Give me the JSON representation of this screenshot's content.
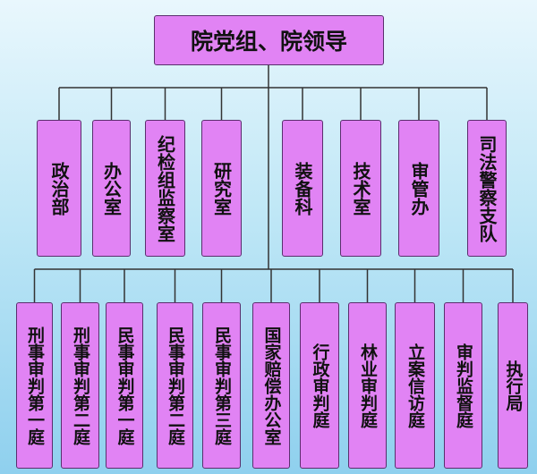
{
  "root": {
    "label": "院党组、院领导"
  },
  "row1": [
    {
      "id": "zhengzhibu",
      "label": "政治部"
    },
    {
      "id": "bangongshi",
      "label": "办公室"
    },
    {
      "id": "jijianzu",
      "label": "纪检组监察室"
    },
    {
      "id": "yanjiushi",
      "label": "研究室"
    },
    {
      "id": "zhuangbeike",
      "label": "装备科"
    },
    {
      "id": "jishushi",
      "label": "技术室"
    },
    {
      "id": "shenguanban",
      "label": "审管办"
    },
    {
      "id": "sifajingcha",
      "label": "司法警察支队"
    }
  ],
  "row2": [
    {
      "id": "xingshi1",
      "label": "刑事审判第一庭"
    },
    {
      "id": "xingshi2",
      "label": "刑事审判第二庭"
    },
    {
      "id": "minshi1",
      "label": "民事审判第一庭"
    },
    {
      "id": "minshi2",
      "label": "民事审判第二庭"
    },
    {
      "id": "minshi3",
      "label": "民事审判第三庭"
    },
    {
      "id": "guojiapeichang",
      "label": "国家赔偿办公室"
    },
    {
      "id": "xingzheng",
      "label": "行政审判庭"
    },
    {
      "id": "linye",
      "label": "林业审判庭"
    },
    {
      "id": "lianxinfang",
      "label": "立案信访庭"
    },
    {
      "id": "shenpanjiandu",
      "label": "审判监督庭"
    },
    {
      "id": "zhixingju",
      "label": "执行局"
    }
  ],
  "colors": {
    "node_fill": "#e183f4",
    "node_border": "#5a2e6d",
    "line": "#333333"
  }
}
